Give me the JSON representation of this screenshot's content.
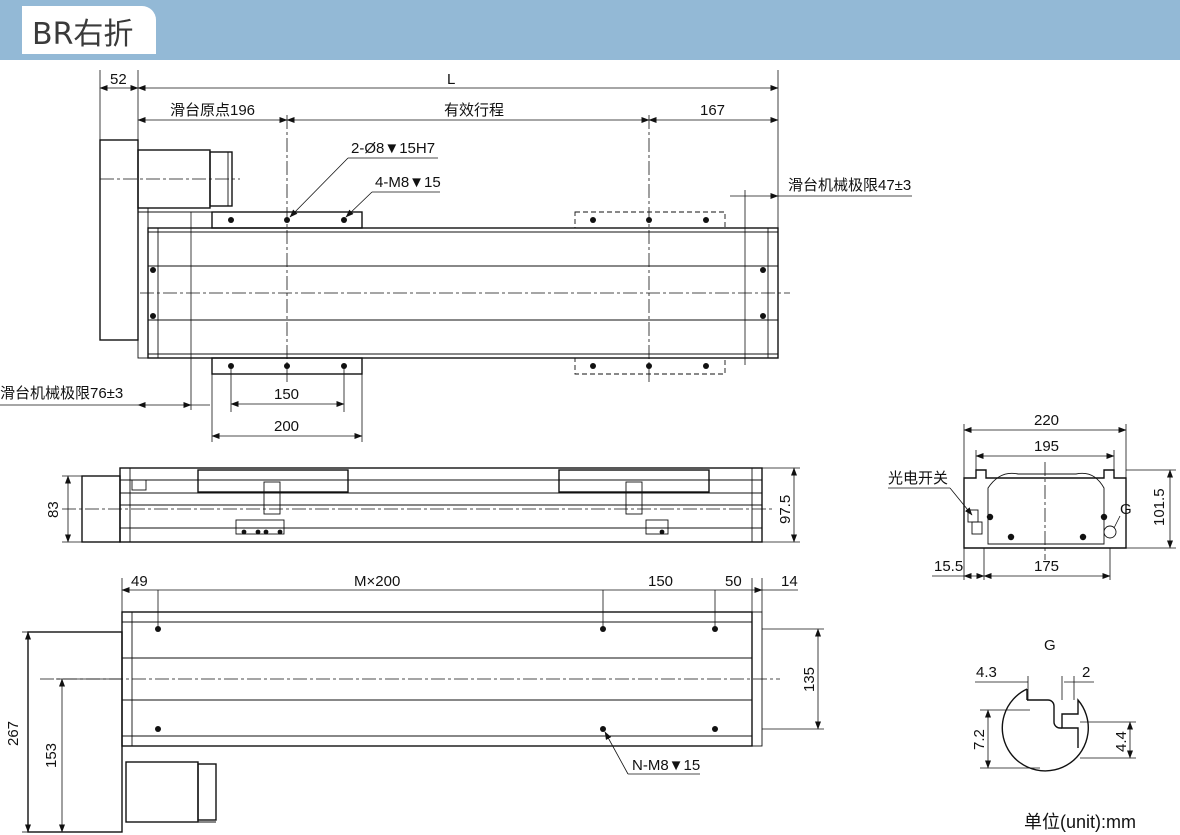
{
  "title": "BR右折",
  "unit_label": "单位(unit):mm",
  "top_view": {
    "dim_52": "52",
    "dim_L": "L",
    "home_196": "滑台原点196",
    "stroke": "有效行程",
    "dim_167": "167",
    "pin_holes": "2-Ø8▼15H7",
    "tapped_holes": "4-M8▼15",
    "limit_47": "滑台机械极限47±3",
    "limit_76": "滑台机械极限76±3",
    "dim_150": "150",
    "dim_200": "200"
  },
  "side_view": {
    "dim_83": "83",
    "dim_97_5": "97.5"
  },
  "bottom_view": {
    "dim_49": "49",
    "dim_M200": "M×200",
    "dim_150": "150",
    "dim_50": "50",
    "dim_14": "14",
    "dim_135": "135",
    "dim_267": "267",
    "dim_153": "153",
    "mount_holes": "N-M8▼15"
  },
  "section_view": {
    "dim_220": "220",
    "dim_195": "195",
    "photo_switch": "光电开关",
    "label_G": "G",
    "dim_101_5": "101.5",
    "dim_15_5": "15.5",
    "dim_175": "175"
  },
  "detail_G": {
    "title": "G",
    "dim_4_3": "4.3",
    "dim_2": "2",
    "dim_7_2": "7.2",
    "dim_4_4": "4.4"
  }
}
